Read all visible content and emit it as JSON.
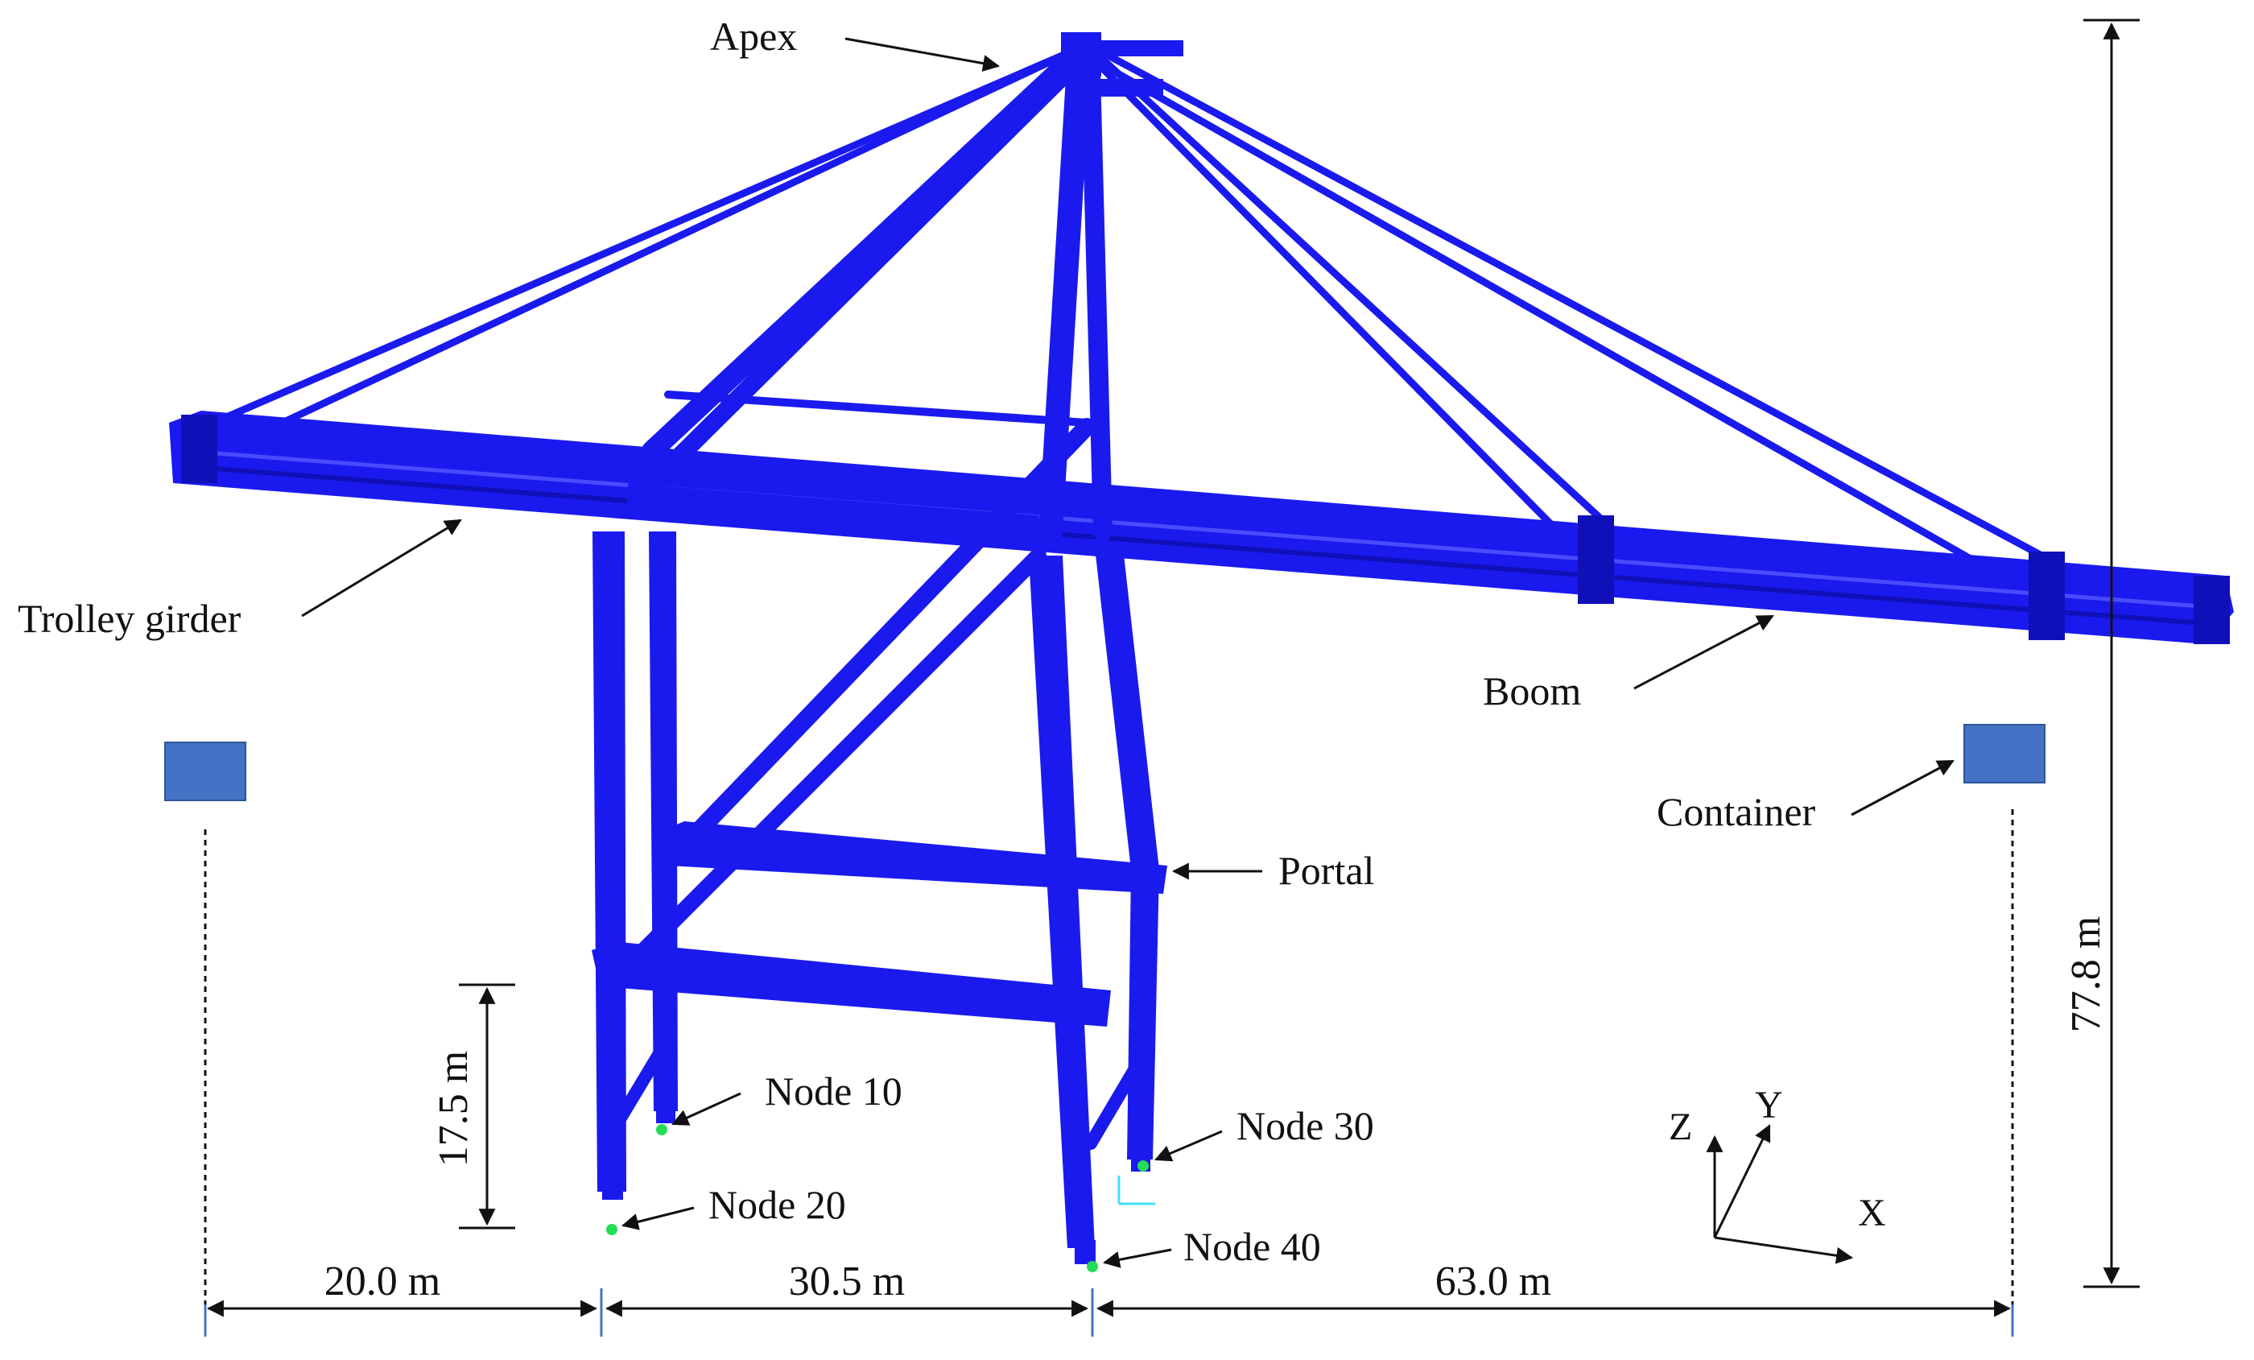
{
  "colors": {
    "structure": "#1a1aee",
    "structure_dark": "#1010b8",
    "container": "#4472c4",
    "container_edge": "#2f5597",
    "annotation": "#111111",
    "node_marker": "#22dd55",
    "background": "#ffffff"
  },
  "labels": {
    "apex": "Apex",
    "trolley_girder": "Trolley girder",
    "boom": "Boom",
    "container": "Container",
    "portal": "Portal",
    "node10": "Node 10",
    "node20": "Node 20",
    "node30": "Node 30",
    "node40": "Node 40"
  },
  "dimensions": {
    "total_height": "77.8 m",
    "leg_height": "17.5 m",
    "left_outreach": "20.0 m",
    "span": "30.5 m",
    "right_outreach": "63.0 m"
  },
  "axes": {
    "x": "X",
    "y": "Y",
    "z": "Z"
  }
}
